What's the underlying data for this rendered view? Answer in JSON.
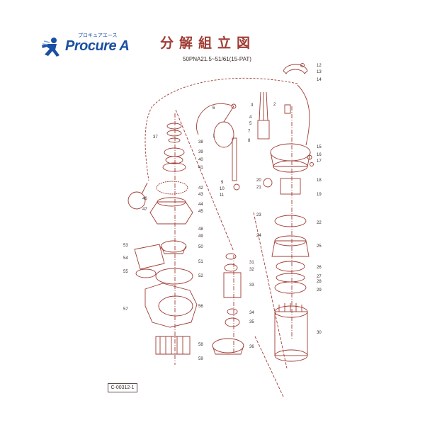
{
  "header": {
    "brand": "Procure A",
    "brand_kana": "プロキュアエース",
    "title": "分解組立図",
    "model": "50PNA21.5~51/61(15-PAT)"
  },
  "footer": {
    "code": "C-00312-1"
  },
  "colors": {
    "line": "#a03c34",
    "brand": "#1b4fa3",
    "text": "#3a2a28"
  },
  "icons": {
    "logo": "runner-icon"
  },
  "part_numbers": [
    "1",
    "2",
    "3",
    "4",
    "5",
    "6",
    "7",
    "8",
    "9",
    "10",
    "11",
    "12",
    "13",
    "14",
    "15",
    "16",
    "17",
    "18",
    "19",
    "20",
    "21",
    "22",
    "23",
    "24",
    "25",
    "26",
    "27",
    "28",
    "29",
    "30",
    "31",
    "32",
    "33",
    "34",
    "35",
    "36",
    "37",
    "38",
    "39",
    "40",
    "41",
    "42",
    "43",
    "44",
    "45",
    "46",
    "47",
    "48",
    "49",
    "50",
    "51",
    "52",
    "53",
    "54",
    "55",
    "57",
    "58",
    "59"
  ]
}
